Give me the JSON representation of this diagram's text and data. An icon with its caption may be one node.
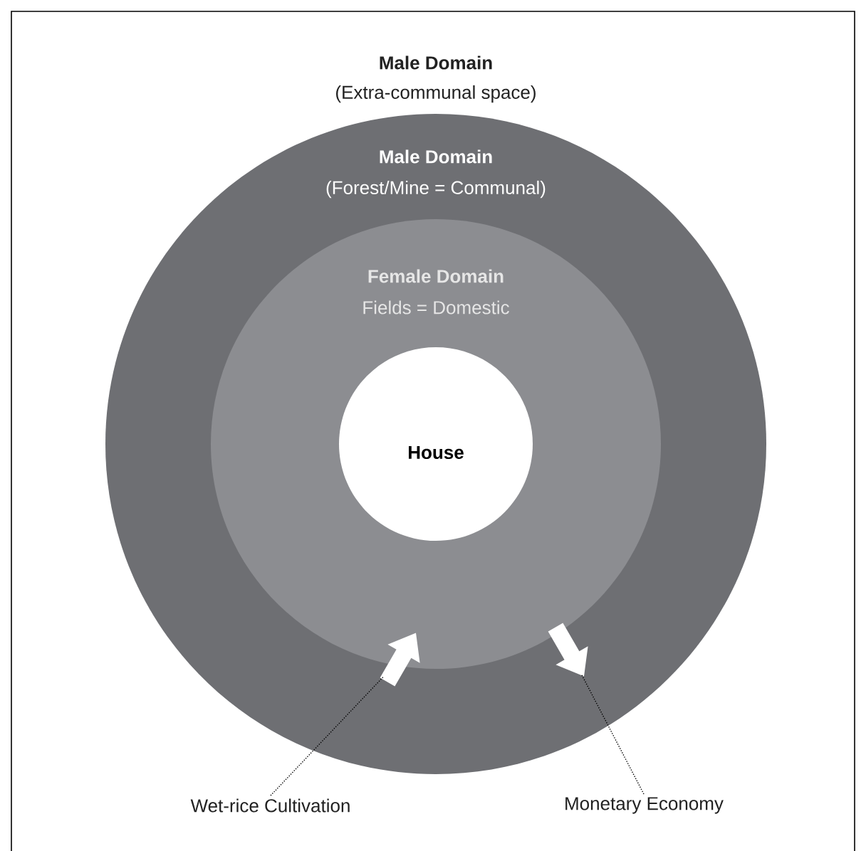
{
  "diagram": {
    "nodes": [
      {
        "text": [
          "Male Domain",
          "(Forest/Mine = Communal)"
        ]
      },
      {
        "text": [
          "Female Domain",
          "Fields = Domestic"
        ],
        "in": 0
      },
      {
        "text": [
          "House"
        ],
        "in": 1
      },
      {
        "text": [
          "Wet-rice Cultivation"
        ]
      },
      {
        "text": [],
        "shape": "arrow",
        "in": 0
      },
      {
        "text": [
          "Monetary Economy"
        ]
      },
      {
        "text": [],
        "shape": "arrow",
        "in": 0
      }
    ],
    "edges": [
      {
        "from": 3,
        "to": 4,
        "arrow": "none",
        "style": "dashed"
      },
      {
        "from": 5,
        "to": 6,
        "arrow": "none",
        "style": "dashed"
      }
    ],
    "labels": [
      "Male Domain",
      "(Extra-communal space)"
    ]
  }
}
